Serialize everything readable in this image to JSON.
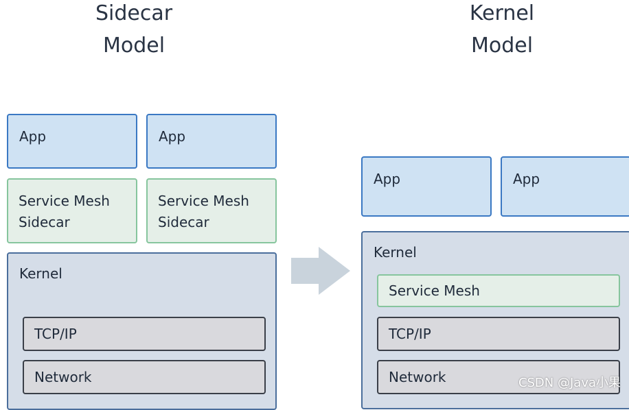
{
  "left": {
    "title": "Sidecar\nModel",
    "apps": [
      "App",
      "App"
    ],
    "sidecars": [
      "Service Mesh\nSidecar",
      "Service Mesh\nSidecar"
    ],
    "kernel": {
      "label": "Kernel",
      "layers": [
        "TCP/IP",
        "Network"
      ]
    }
  },
  "right": {
    "title": "Kernel\nModel",
    "apps": [
      "App",
      "App"
    ],
    "kernel": {
      "label": "Kernel",
      "service_mesh": "Service Mesh",
      "layers": [
        "TCP/IP",
        "Network"
      ]
    }
  },
  "watermark": "CSDN @Java小果",
  "colors": {
    "app_fill": "#cfe2f3",
    "app_border": "#3a78c3",
    "mesh_fill": "#e5efe8",
    "mesh_border": "#86c59d",
    "kernel_fill": "#d5dde8",
    "kernel_border": "#4a6e9c",
    "layer_fill": "#d9d9dd",
    "layer_border": "#3a3f48",
    "arrow": "#c9d3dc"
  },
  "icons": {
    "arrow": "right-arrow-icon"
  }
}
